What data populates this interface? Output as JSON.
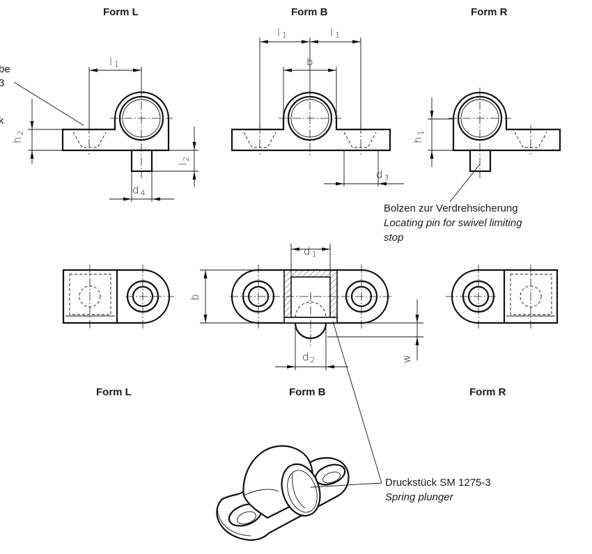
{
  "labels": {
    "form_l_top": "Form L",
    "form_b_top": "Form B",
    "form_r_top": "Form R",
    "form_l_bottom": "Form L",
    "form_b_bottom": "Form B",
    "form_r_bottom": "Form R",
    "partial_left_1": "be",
    "partial_left_2": "3",
    "partial_left_3": "k"
  },
  "dimensions": {
    "l1": "l",
    "l1_sub": "1",
    "b": "b",
    "h2": "h",
    "h2_sub": "2",
    "h1": "h",
    "h1_sub": "1",
    "l2": "l",
    "l2_sub": "2",
    "d1": "d",
    "d1_sub": "1",
    "d2": "d",
    "d2_sub": "2",
    "d3": "d",
    "d3_sub": "3",
    "d4": "d",
    "d4_sub": "4",
    "w": "w"
  },
  "callouts": {
    "pin_de": "Bolzen zur Verdrehsicherung",
    "pin_en_1": "Locating pin for swivel limiting",
    "pin_en_2": "stop",
    "plunger_de": "Druckstück SM 1275-3",
    "plunger_en": "Spring plunger"
  }
}
